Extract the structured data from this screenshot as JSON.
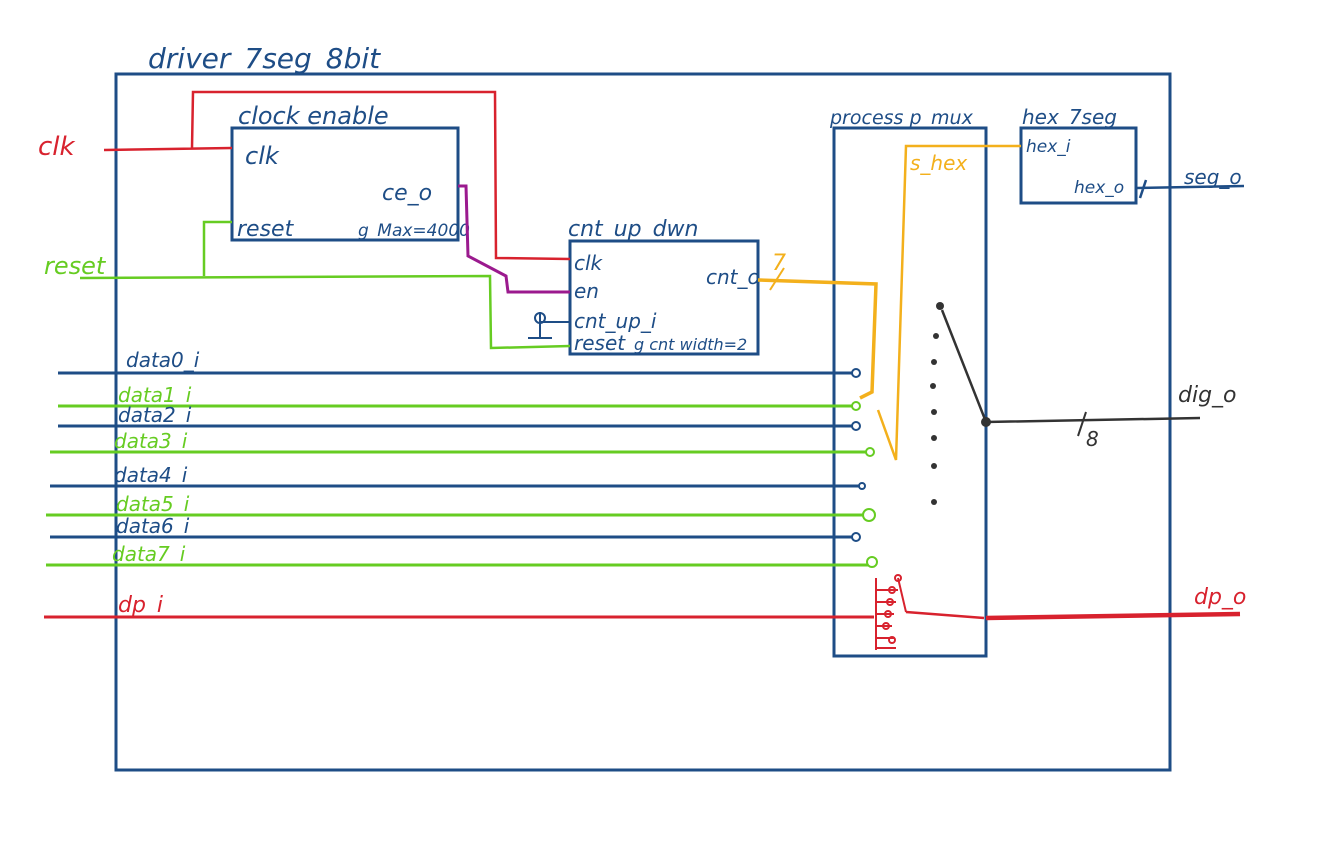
{
  "colors": {
    "blue": "#1e4d86",
    "red": "#d8222e",
    "green": "#66cc22",
    "purple": "#9b1a8e",
    "gold": "#f3b01c",
    "dark": "#333333"
  },
  "top_module": {
    "name": "driver_7seg_8bit"
  },
  "ports": {
    "clk": "clk",
    "reset": "reset",
    "seg_o": "seg_o",
    "dig_o": "dig_o",
    "dp_o": "dp_o",
    "dp_i": "dp_i"
  },
  "clock_enable": {
    "name": "clock enable",
    "clk": "clk",
    "reset": "reset",
    "ce_o": "ce_o",
    "generic": "g_Max=4000"
  },
  "cnt_up_down": {
    "name": "cnt_up_dwn",
    "clk": "clk",
    "en": "en",
    "cnt_up_i": "cnt_up_i",
    "reset": "reset",
    "cnt_o": "cnt_o",
    "generic": "g cnt width=2"
  },
  "process_p_mux": {
    "name": "process p_mux",
    "signal": "s_hex"
  },
  "hex_7seg": {
    "name": "hex_7seg",
    "hex_i": "hex_i",
    "hex_o": "hex_o"
  },
  "bus_labels": {
    "cnt_width": "7",
    "dig_width": "8"
  },
  "data_inputs": [
    "data0_i",
    "data1_i",
    "data2_i",
    "data3_i",
    "data4_i",
    "data5_i",
    "data6_i",
    "data7_i"
  ]
}
